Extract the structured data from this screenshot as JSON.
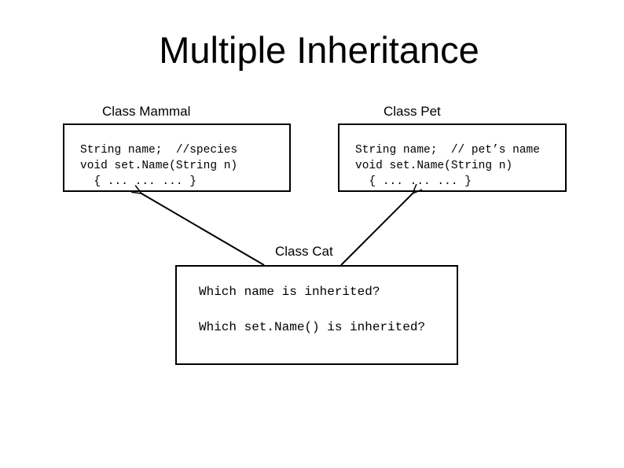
{
  "slide": {
    "title": "Multiple Inheritance"
  },
  "classes": {
    "mammal": {
      "label": "Class Mammal",
      "lines": [
        "String name;  //species",
        "void set.Name(String n)",
        "  { ... ... ... }"
      ]
    },
    "pet": {
      "label": "Class Pet",
      "lines": [
        "String name;  // pet’s name",
        "void set.Name(String n)",
        "  { ... ... ... }"
      ]
    },
    "cat": {
      "label": "Class Cat",
      "questions": [
        "Which name is inherited?",
        "Which set.Name() is inherited?"
      ]
    }
  }
}
